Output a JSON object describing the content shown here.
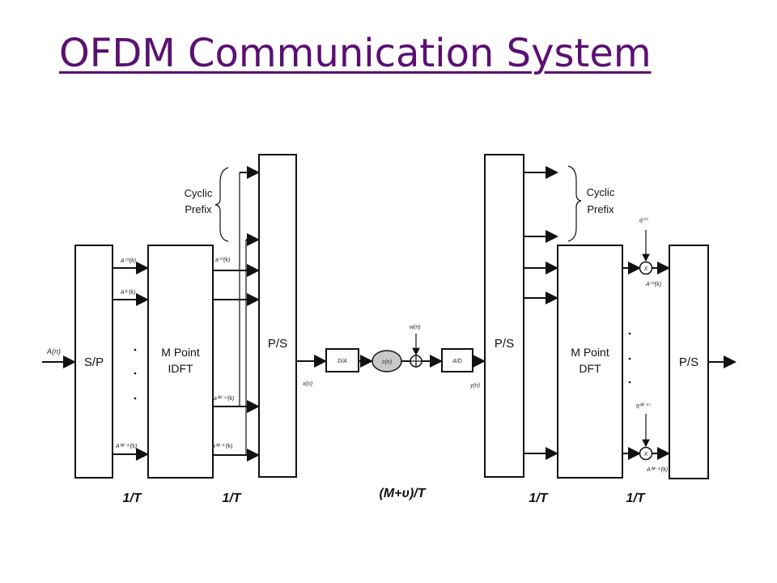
{
  "title": "OFDM Communication System",
  "tx": {
    "input_label": "A(n)",
    "sp_label": "S/P",
    "sub0_label": "A⁽⁰⁾(k)",
    "sub1_label": "A⁽¹⁾(k)",
    "subM_label": "A⁽ᴹ⁻¹⁾(k)",
    "idft_label_1": "M Point",
    "idft_label_2": "IDFT",
    "out0_label": "a⁽⁰⁾(k)",
    "outMv_label": "a⁽ᴹ⁻ᵛ⁾(k)",
    "outM_label": "a⁽ᴹ⁻¹⁾(k)",
    "cp_label_1": "Cyclic",
    "cp_label_2": "Prefix",
    "ps_label": "P/S",
    "xn_label": "x(n)",
    "rate1": "1/T",
    "rate2": "1/T"
  },
  "channel": {
    "da_label": "D/A",
    "cn_label": "c(n)",
    "wn_label": "w(n)",
    "ad_label": "A/D",
    "yn_label": "y(n)",
    "rate": "(M+υ)/T"
  },
  "rx": {
    "sp_label": "P/S",
    "cp_label_1": "Cyclic",
    "cp_label_2": "Prefix",
    "dft_label_1": "M Point",
    "dft_label_2": "DFT",
    "q0_label": "q⁽⁰⁾",
    "qM_label": "q⁽ᴹ⁻¹⁾",
    "out0_label": "A⁽⁰⁾(k)",
    "outM_label": "A⁽ᴹ⁻¹⁾(k)",
    "mult_symbol": "X",
    "ps_label": "P/S",
    "rate1": "1/T",
    "rate2": "1/T"
  }
}
